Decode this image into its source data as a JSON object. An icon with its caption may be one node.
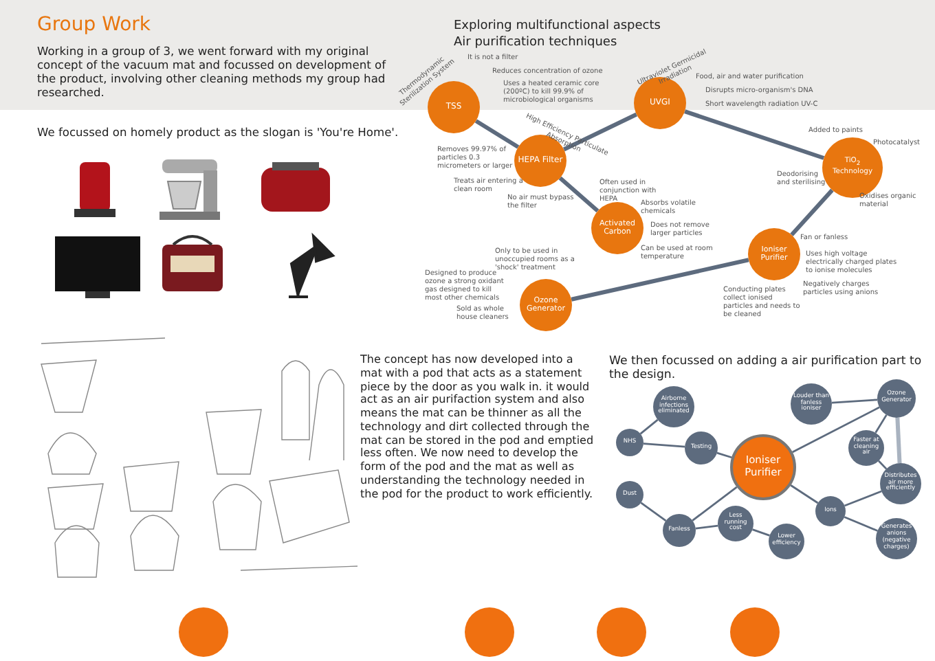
{
  "diagram": {
    "title": "Group Work",
    "nodes": [
      {
        "text": [
          "TSS"
        ],
        "beside": [
          "Thermodynamic Sterilization System",
          "It is not a filter",
          "Reduces concentration of ozone",
          "Uses a heated ceramic core (200ºC) to kill 99.9% of microbiological organisms"
        ]
      },
      {
        "text": [
          "HEPA Filter"
        ],
        "beside": [
          "High Efficiency Particulate Absorption",
          "Removes 99.97% of particles 0.3 micrometers or larger",
          "Treats air entering a clean room",
          "No air must bypass the filter"
        ]
      },
      {
        "text": [
          "Activated Carbon"
        ],
        "beside": [
          "Often used in conjunction with HEPA",
          "Absorbs volatile chemicals",
          "Does not remove larger particles",
          "Can be used at room temperature"
        ]
      },
      {
        "text": [
          "UVGI"
        ],
        "beside": [
          "Ultraviolet Germicidal Irradiation",
          "Food, air and water purification",
          "Disrupts micro-organism's DNA",
          "Short wavelength radiation UV-C"
        ]
      },
      {
        "text": [
          "TiO$_{2}$ Technology"
        ],
        "beside": [
          "Added to paints",
          "Photocatalyst",
          "Deodorising and sterilising",
          "Oxidises organic material"
        ]
      },
      {
        "text": [
          "Ioniser Purifier"
        ],
        "beside": [
          "Fan or fanless",
          "Uses high voltage electrically charged plates to ionise molecules",
          "Negatively charges particles using anions",
          "Conducting plates collect ionised particles and needs to be cleaned"
        ]
      },
      {
        "text": [
          "Ozone Generator"
        ],
        "beside": [
          "Only to be used in unoccupied rooms as a 'shock' treatment",
          "Designed to produce ozone a strong oxidant gas designed to kill most other chemicals",
          "Sold as whole house cleaners"
        ]
      },
      {
        "text": [
          "Ioniser Purifier"
        ]
      },
      {
        "text": [
          "Airborne infections eliminated"
        ]
      },
      {
        "text": [
          "NHS"
        ]
      },
      {
        "text": [
          "Testing"
        ]
      },
      {
        "text": [
          "Dust"
        ]
      },
      {
        "text": [
          "Fanless"
        ]
      },
      {
        "text": [
          "Less running cost"
        ]
      },
      {
        "text": [
          "Lower efficiency"
        ]
      },
      {
        "text": [
          "Louder than fanless ioniser"
        ]
      },
      {
        "text": [
          "Ozone Generator"
        ]
      },
      {
        "text": [
          "Faster at cleaning air"
        ]
      },
      {
        "text": [
          "Distributes air more efficiently"
        ]
      },
      {
        "text": [
          "Ions"
        ]
      },
      {
        "text": [
          "Generates anions (negative charges)"
        ]
      }
    ],
    "edges": [
      {
        "from": 0,
        "to": 1,
        "arrow": "none",
        "style": "thick"
      },
      {
        "from": 1,
        "to": 2,
        "arrow": "none",
        "style": "thick"
      },
      {
        "from": 1,
        "to": 3,
        "arrow": "none",
        "style": "thick"
      },
      {
        "from": 3,
        "to": 4,
        "arrow": "none",
        "style": "thick"
      },
      {
        "from": 4,
        "to": 5,
        "arrow": "none",
        "style": "thick"
      },
      {
        "from": 5,
        "to": 6,
        "arrow": "none",
        "style": "thick"
      },
      {
        "from": 8,
        "to": 9,
        "arrow": "none"
      },
      {
        "from": 9,
        "to": 10,
        "arrow": "none"
      },
      {
        "from": 10,
        "to": 7,
        "arrow": "none"
      },
      {
        "from": 11,
        "to": 12,
        "arrow": "none"
      },
      {
        "from": 12,
        "to": 7,
        "arrow": "none"
      },
      {
        "from": 12,
        "to": 13,
        "arrow": "none"
      },
      {
        "from": 13,
        "to": 14,
        "arrow": "none"
      },
      {
        "from": 15,
        "to": 16,
        "arrow": "none"
      },
      {
        "from": 7,
        "to": 16,
        "arrow": "none"
      },
      {
        "from": 16,
        "to": 17,
        "arrow": "none"
      },
      {
        "from": 17,
        "to": 18,
        "arrow": "none"
      },
      {
        "from": 16,
        "to": 18,
        "arrow": "none",
        "style": "thick",
        "color": "#a9b3c0"
      },
      {
        "from": 7,
        "to": 19,
        "arrow": "none"
      },
      {
        "from": 19,
        "to": 18,
        "arrow": "none"
      },
      {
        "from": 19,
        "to": 20,
        "arrow": "none"
      }
    ],
    "labels": [
      "Working in a group of 3, we went forward with my original concept of the vacuum mat and focussed on development of the product, involving other cleaning methods my group had researched.",
      "We focussed on homely product as the slogan is 'You're Home'.",
      "Exploring multifunctional aspects",
      "Air purification techniques",
      "The concept has now developed into a mat with a pod that acts as a statement piece by the door as you walk in. it would act as an air purifaction system and also means the mat can be thinner as all the technology and dirt collected through the mat can be stored in the pod and emptied less often. We now need to develop the form of the pod and the mat as well as understanding the technology needed in the pod for the product to work efficiently.",
      "We then focussed on adding a air purification part to the design."
    ]
  }
}
